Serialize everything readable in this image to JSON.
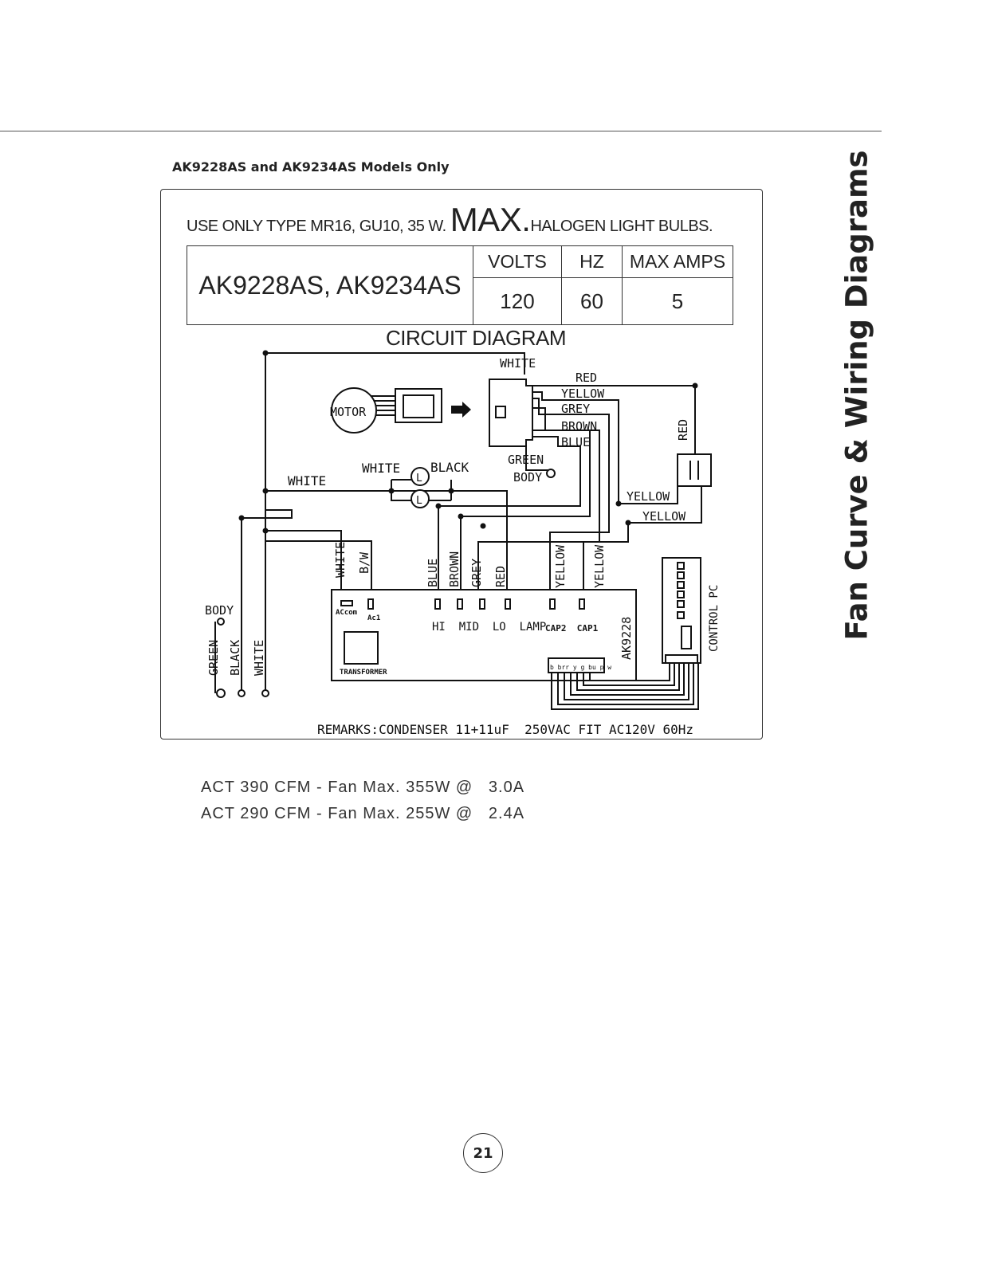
{
  "header": {
    "side_title": "Fan Curve & Wiring Diagrams",
    "subtitle": "AK9228AS and AK9234AS Models Only"
  },
  "label": {
    "bulb_note_pre": "USE ONLY TYPE MR16, GU10, 35 W. ",
    "bulb_note_max": "MAX.",
    "bulb_note_post": "HALOGEN LIGHT BULBS.",
    "models": "AK9228AS, AK9234AS",
    "spec_headers": [
      "VOLTS",
      "HZ",
      "MAX AMPS"
    ],
    "spec_values": [
      "120",
      "60",
      "5"
    ],
    "diagram_title": "CIRCUIT DIAGRAM",
    "remarks": "REMARKS:CONDENSER 11+11uF  250VAC FIT AC120V 60Hz"
  },
  "wiring": {
    "motor": "MOTOR",
    "plug_top": "WHITE",
    "plug_wires": [
      "RED",
      "YELLOW",
      "GREY",
      "BROWN",
      "BLUE"
    ],
    "green_body": [
      "GREEN",
      "BODY"
    ],
    "lamp_labels": [
      "WHITE",
      "BLACK"
    ],
    "main_white": "WHITE",
    "cap_red": "RED",
    "cap_yellow_1": "YELLOW",
    "cap_yellow_2": "YELLOW",
    "vertical_left": [
      "WHITE",
      "B/W"
    ],
    "vertical_speed": [
      "BLUE",
      "BROWN",
      "GREY",
      "RED"
    ],
    "vertical_cap": [
      "YELLOW",
      "YELLOW"
    ],
    "board_terminals": [
      "ACcom",
      "Ac1"
    ],
    "board_speed_labels": "HI  MID  LO  LAMP",
    "board_cap_labels": "CAP2  CAP1",
    "transformer": "TRANSFORMER",
    "board_model": "AK9228",
    "connector_letters": "b brr y g bu p w",
    "supply_body": "BODY",
    "supply_wires": [
      "GREEN",
      "BLACK",
      "WHITE"
    ],
    "control_pc": "CONTROL PC"
  },
  "cfm_lines": [
    "ACT 390 CFM - Fan Max. 355W @   3.0A",
    "ACT 290 CFM - Fan Max. 255W @   2.4A"
  ],
  "page_number": "21"
}
